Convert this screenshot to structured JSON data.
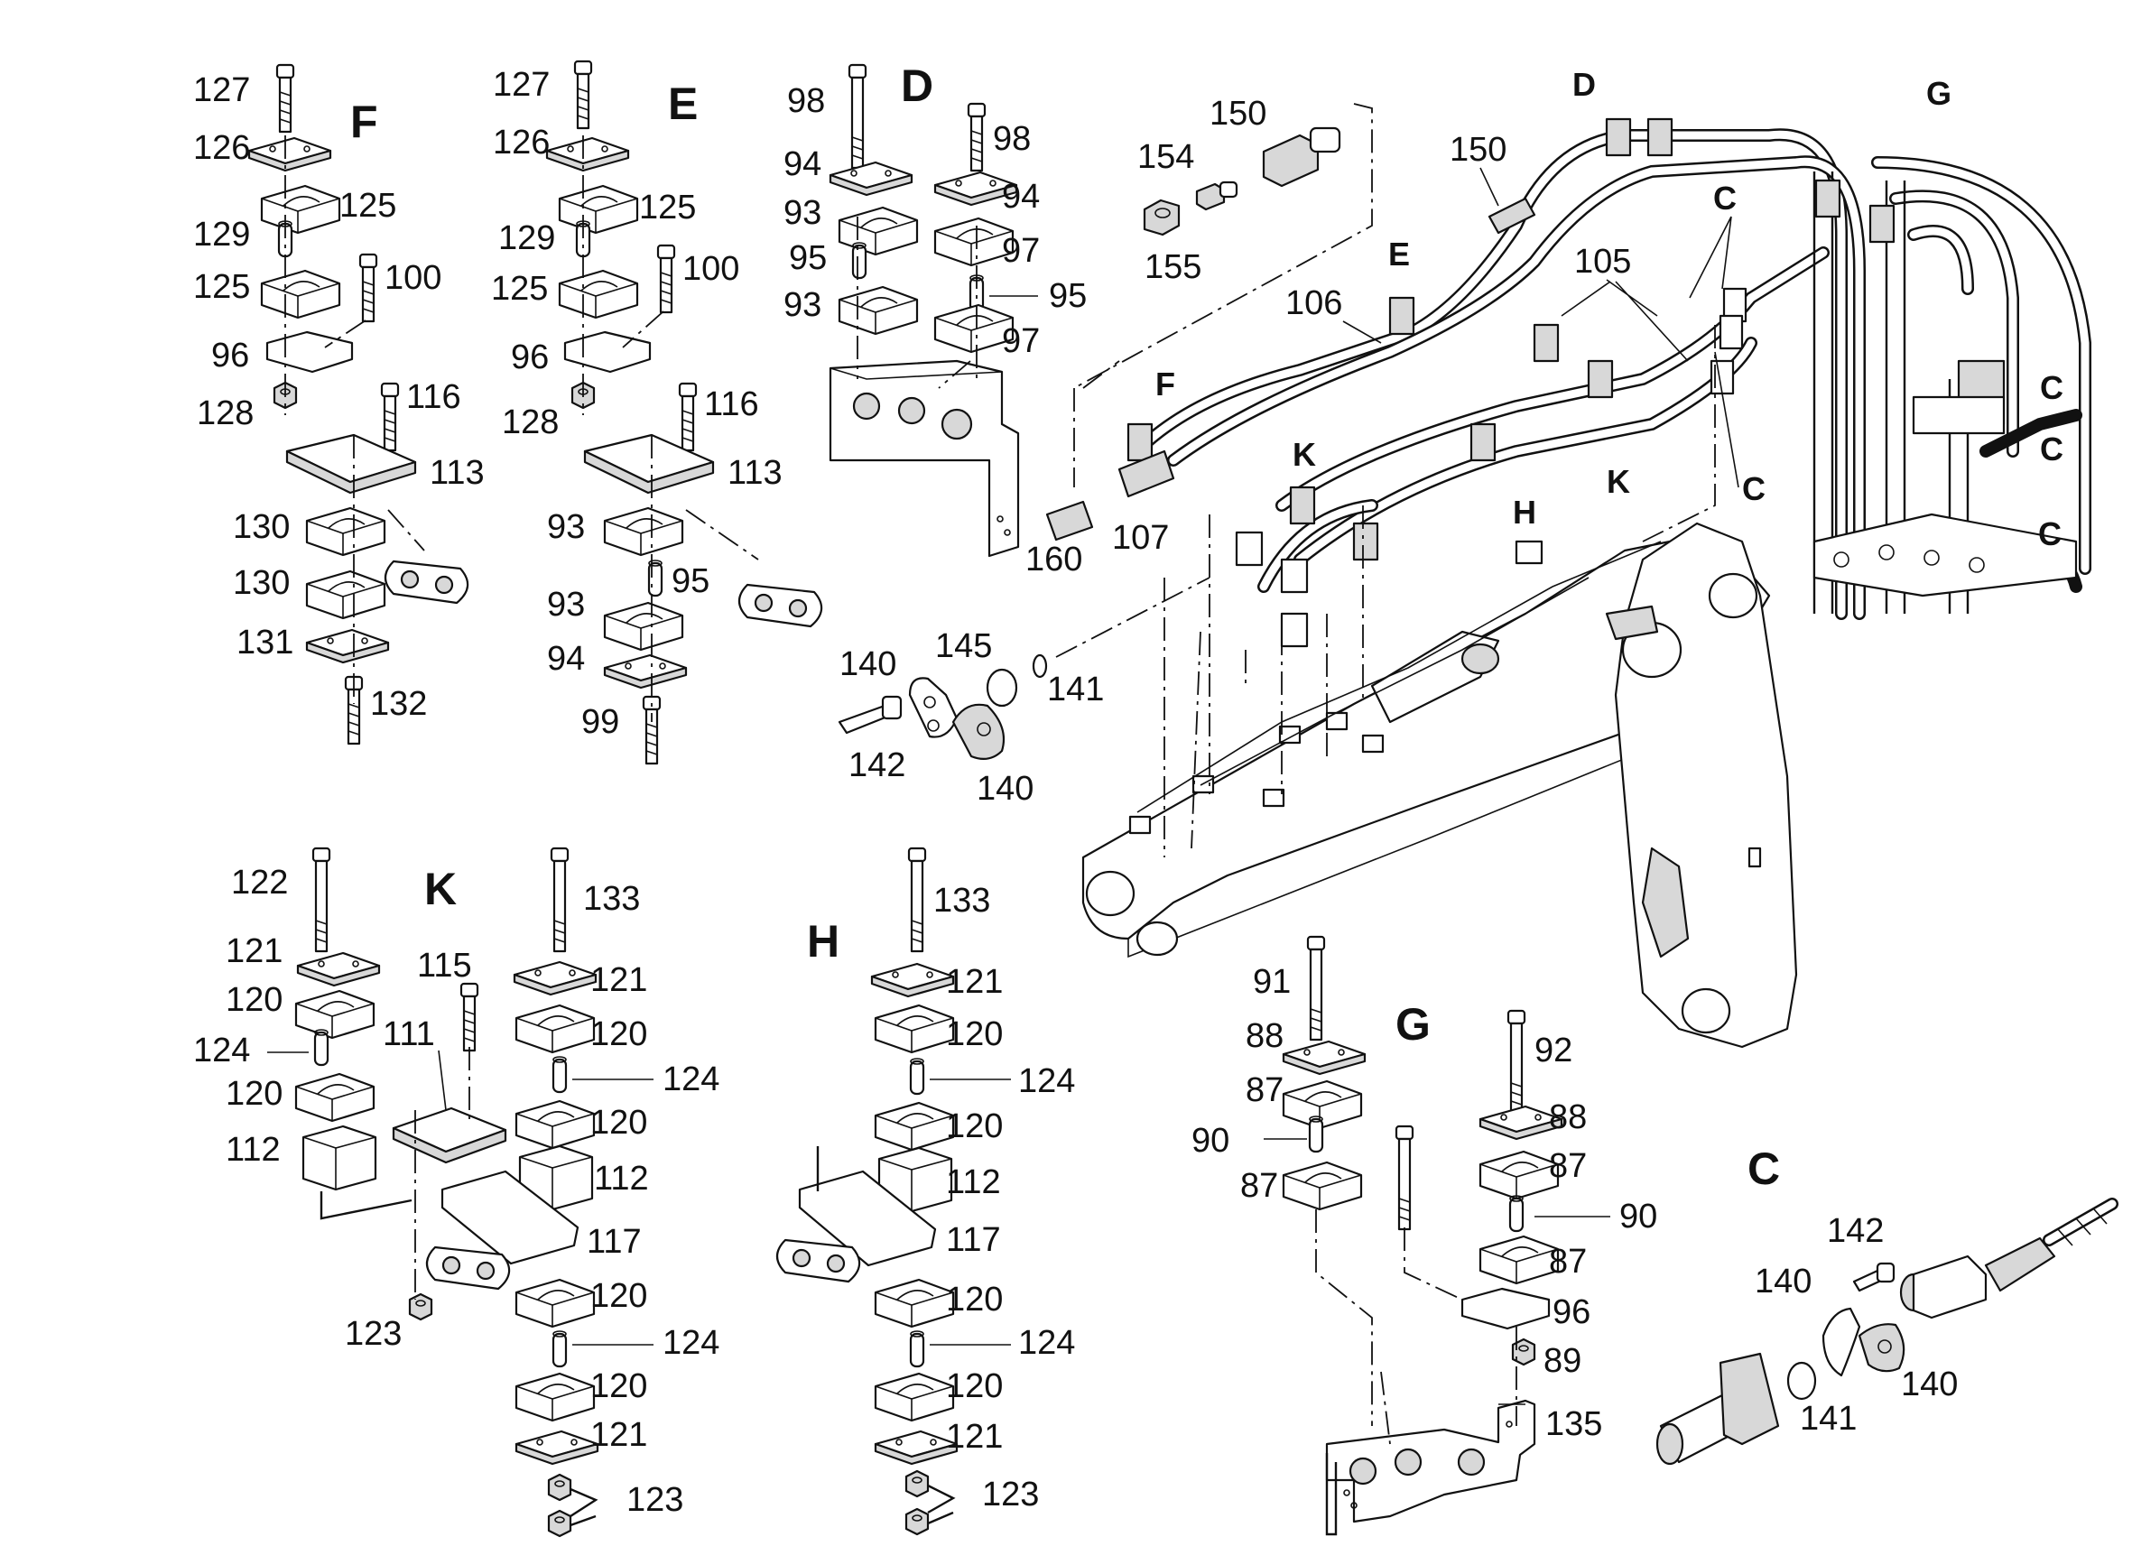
{
  "sections": {
    "F": "F",
    "E": "E",
    "D": "D",
    "K": "K",
    "H": "H",
    "G": "G",
    "C": "C"
  },
  "callouts": {
    "main_D": "D",
    "main_G": "G",
    "main_E": "E",
    "main_F": "F",
    "main_K1": "K",
    "main_K2": "K",
    "main_H": "H",
    "main_C1": "C",
    "main_C2": "C",
    "main_C3": "C",
    "main_C4": "C",
    "main_C5": "C"
  },
  "labels": {
    "f127": "127",
    "f126": "126",
    "f125a": "125",
    "f129": "129",
    "f125b": "125",
    "f100": "100",
    "f96": "96",
    "f128": "128",
    "f116": "116",
    "f113": "113",
    "f130a": "130",
    "f130b": "130",
    "f131": "131",
    "f132": "132",
    "e127": "127",
    "e126": "126",
    "e125a": "125",
    "e129": "129",
    "e125b": "125",
    "e100": "100",
    "e96": "96",
    "e128": "128",
    "e116": "116",
    "e113": "113",
    "e93a": "93",
    "e93b": "93",
    "e95": "95",
    "e94": "94",
    "e99": "99",
    "d98a": "98",
    "d98b": "98",
    "d94a": "94",
    "d94b": "94",
    "d93a": "93",
    "d97a": "97",
    "d95a": "95",
    "d95b": "95",
    "d93b": "93",
    "d97b": "97",
    "m150a": "150",
    "m154": "154",
    "m155": "155",
    "m150b": "150",
    "m105": "105",
    "m106": "106",
    "m160": "160",
    "m107": "107",
    "c140a": "140",
    "c145": "145",
    "c141": "141",
    "c142": "142",
    "c140b": "140",
    "k122": "122",
    "k121": "121",
    "k120a": "120",
    "k124": "124",
    "k120b": "120",
    "k112": "112",
    "k115": "115",
    "k111": "111",
    "k123": "123",
    "k133": "133",
    "k121b": "121",
    "k120c": "120",
    "k124b": "124",
    "k120d": "120",
    "k112b": "112",
    "k117": "117",
    "k120e": "120",
    "k124c": "124",
    "k120f": "120",
    "k121c": "121",
    "k123b": "123",
    "h133": "133",
    "h121": "121",
    "h120a": "120",
    "h124": "124",
    "h120b": "120",
    "h112": "112",
    "h117": "117",
    "h120c": "120",
    "h124b": "124",
    "h120d": "120",
    "h121b": "121",
    "h123": "123",
    "g91": "91",
    "g88": "88",
    "g87a": "87",
    "g90": "90",
    "g87b": "87",
    "g92": "92",
    "g88b": "88",
    "g87c": "87",
    "g90b": "90",
    "g87d": "87",
    "g96": "96",
    "g89": "89",
    "g135": "135",
    "cc142": "142",
    "cc140a": "140",
    "cc141": "141",
    "cc140b": "140"
  }
}
